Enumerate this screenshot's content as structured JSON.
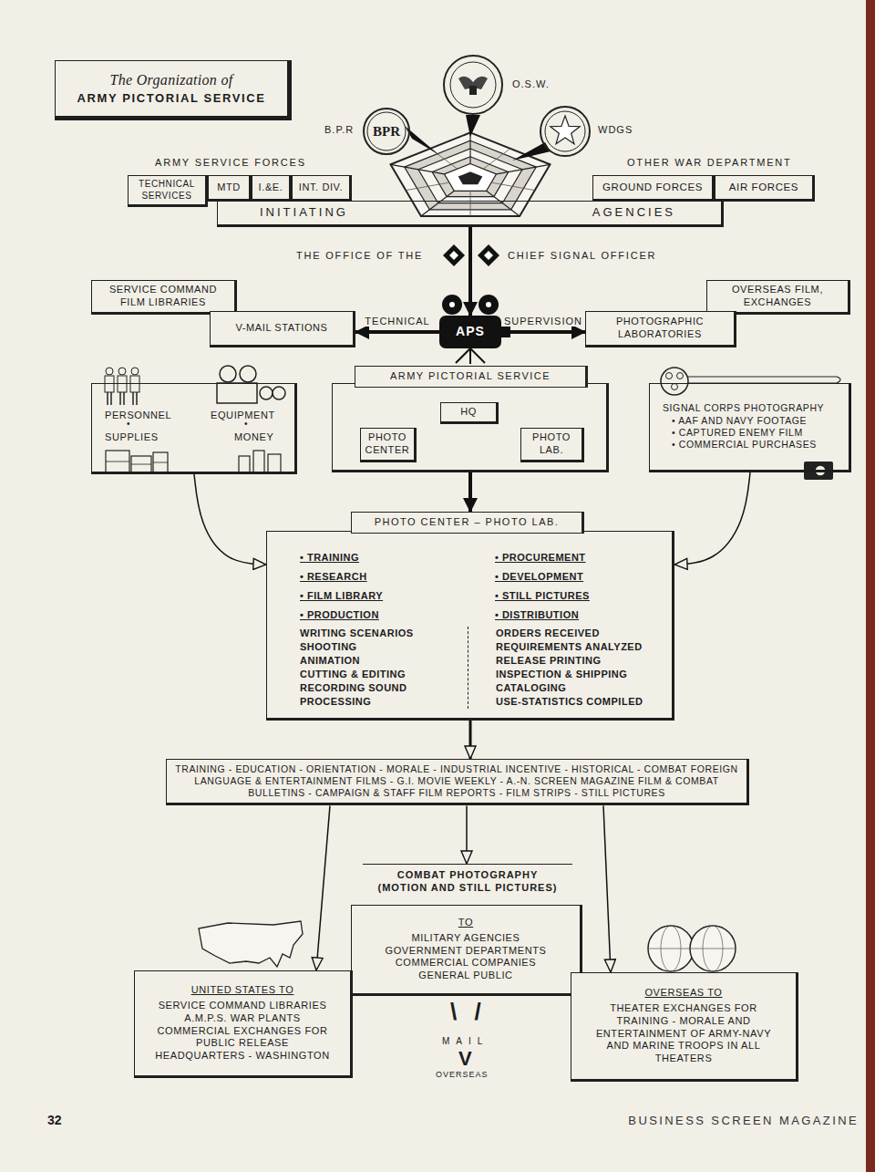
{
  "diagram": {
    "nodes": [
      {
        "text": [
          "The Organization of",
          "ARMY PICTORIAL SERVICE"
        ]
      },
      {
        "text": [
          "O.S.W."
        ]
      },
      {
        "text": [
          "B.P.R",
          "BPR"
        ]
      },
      {
        "text": [
          "WDGS"
        ]
      },
      {
        "text": [
          "TECHNICAL SERVICES"
        ]
      },
      {
        "text": [
          "MTD"
        ]
      },
      {
        "text": [
          "I.&E."
        ]
      },
      {
        "text": [
          "INT. DIV."
        ]
      },
      {
        "text": [
          "GROUND FORCES"
        ]
      },
      {
        "text": [
          "AIR FORCES"
        ]
      },
      {
        "text": [
          "INITIATING",
          "AGENCIES"
        ]
      },
      {
        "text": [
          "SERVICE COMMAND FILM LIBRARIES"
        ]
      },
      {
        "text": [
          "OVERSEAS FILM, EXCHANGES"
        ]
      },
      {
        "text": [
          "V-MAIL STATIONS"
        ]
      },
      {
        "text": [
          "APS"
        ]
      },
      {
        "text": [
          "PHOTOGRAPHIC LABORATORIES"
        ]
      },
      {
        "text": [
          "PERSONNEL",
          "EQUIPMENT",
          "SUPPLIES",
          "MONEY"
        ]
      },
      {
        "text": [
          "ARMY PICTORIAL SERVICE"
        ]
      },
      {
        "text": [
          "HQ"
        ],
        "in": 17
      },
      {
        "text": [
          "PHOTO CENTER"
        ],
        "in": 17
      },
      {
        "text": [
          "PHOTO LAB."
        ],
        "in": 17
      },
      {
        "text": [
          "SIGNAL CORPS PHOTOGRAPHY",
          "• AAF AND NAVY FOOTAGE",
          "• CAPTURED ENEMY FILM",
          "• COMMERCIAL PURCHASES"
        ]
      },
      {
        "text": [
          "PHOTO CENTER – PHOTO LAB.",
          "• TRAINING",
          "• RESEARCH",
          "• FILM LIBRARY",
          "• PRODUCTION",
          "WRITING SCENARIOS",
          "SHOOTING",
          "ANIMATION",
          "CUTTING & EDITING",
          "RECORDING SOUND",
          "PROCESSING",
          "• PROCUREMENT",
          "• DEVELOPMENT",
          "• STILL PICTURES",
          "• DISTRIBUTION",
          "ORDERS RECEIVED",
          "REQUIREMENTS ANALYZED",
          "RELEASE PRINTING",
          "INSPECTION & SHIPPING",
          "CATALOGING",
          "USE-STATISTICS COMPILED"
        ]
      },
      {
        "text": [
          "TRAINING - EDUCATION - ORIENTATION - MORALE - INDUSTRIAL INCENTIVE - HISTORICAL - COMBAT FOREIGN LANGUAGE & ENTERTAINMENT FILMS - G.I. MOVIE WEEKLY - A.-N. SCREEN MAGAZINE FILM & COMBAT BULLETINS - CAMPAIGN & STAFF FILM REPORTS - FILM STRIPS - STILL PICTURES"
        ]
      },
      {
        "text": [
          "COMBAT PHOTOGRAPHY",
          "(MOTION AND STILL PICTURES)",
          "TO",
          "MILITARY AGENCIES",
          "GOVERNMENT DEPARTMENTS",
          "COMMERCIAL COMPANIES",
          "GENERAL PUBLIC"
        ]
      },
      {
        "text": [
          "UNITED STATES TO",
          "SERVICE COMMAND LIBRARIES",
          "A.M.P.S. WAR PLANTS",
          "COMMERCIAL EXCHANGES FOR PUBLIC RELEASE",
          "HEADQUARTERS - WASHINGTON"
        ]
      },
      {
        "text": [
          "OVERSEAS TO",
          "THEATER EXCHANGES FOR TRAINING - MORALE AND ENTERTAINMENT OF ARMY-NAVY AND MARINE TROOPS IN ALL THEATERS"
        ]
      }
    ],
    "edges": [
      {
        "from": 10,
        "to": 14,
        "arrow": "to"
      },
      {
        "from": 14,
        "to": 13,
        "label": "TECHNICAL",
        "arrow": "to"
      },
      {
        "from": 14,
        "to": 15,
        "label": "SUPERVISION",
        "arrow": "to"
      },
      {
        "from": 18,
        "to": 19,
        "arrow": "none"
      },
      {
        "from": 18,
        "to": 20,
        "arrow": "none"
      },
      {
        "from": 16,
        "to": 22,
        "arrow": "to"
      },
      {
        "from": 17,
        "to": 22,
        "arrow": "to"
      },
      {
        "from": 21,
        "to": 22,
        "arrow": "to"
      },
      {
        "from": 22,
        "to": 23,
        "arrow": "to"
      },
      {
        "from": 23,
        "to": 25,
        "arrow": "to"
      },
      {
        "from": 23,
        "to": 24,
        "arrow": "to"
      },
      {
        "from": 23,
        "to": 26,
        "arrow": "to"
      }
    ],
    "labels": [
      "ARMY SERVICE FORCES",
      "OTHER WAR DEPARTMENT",
      "THE OFFICE OF THE",
      "CHIEF SIGNAL OFFICER",
      "•",
      "•",
      "\\ /",
      "MAIL",
      "V",
      "OVERSEAS",
      "32",
      "BUSINESS SCREEN MAGAZINE"
    ]
  }
}
